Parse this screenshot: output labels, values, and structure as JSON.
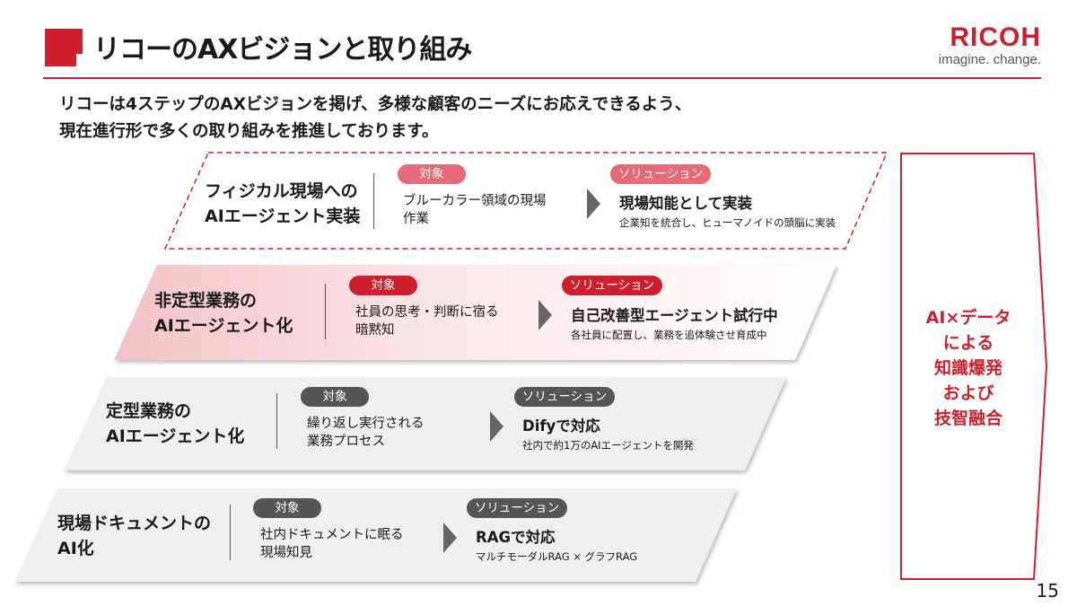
{
  "header": {
    "title": "リコーのAXビジョンと取り組み",
    "logo_word": "RICOH",
    "logo_tagline": "imagine. change."
  },
  "lead": {
    "line1": "リコーは4ステップのAXビジョンを掲げ、多様な顧客のニーズにお応えできるよう、",
    "line2": "現在進行形で多くの取り組みを推進しております。"
  },
  "bands": [
    {
      "title_line1": "フィジカル現場への",
      "title_line2": "AIエージェント実装",
      "target_label": "対象",
      "target_line1": "ブルーカラー領域の現場",
      "target_line2": "作業",
      "solution_label": "ソリューション",
      "solution_title": "現場知能として実装",
      "solution_desc": "企業知を統合し、ヒューマノイドの頭脳に実装"
    },
    {
      "title_line1": "非定型業務の",
      "title_line2": "AIエージェント化",
      "target_label": "対象",
      "target_line1": "社員の思考・判断に宿る",
      "target_line2": "暗黙知",
      "solution_label": "ソリューション",
      "solution_title": "自己改善型エージェント試行中",
      "solution_desc": "各社員に配置し、業務を追体験させ育成中"
    },
    {
      "title_line1": "定型業務の",
      "title_line2": "AIエージェント化",
      "target_label": "対象",
      "target_line1": "繰り返し実行される",
      "target_line2": "業務プロセス",
      "solution_label": "ソリューション",
      "solution_title": "Difyで対応",
      "solution_desc": "社内で約1万のAIエージェントを開発"
    },
    {
      "title_line1": "現場ドキュメントの",
      "title_line2": "AI化",
      "target_label": "対象",
      "target_line1": "社内ドキュメントに眠る",
      "target_line2": "現場知見",
      "solution_label": "ソリューション",
      "solution_title": "RAGで対応",
      "solution_desc": "マルチモーダルRAG × グラフRAG"
    }
  ],
  "side": {
    "line1": "AI×データ",
    "line2": "による",
    "line3": "知識爆発",
    "line4": "および",
    "line5": "技智融合"
  },
  "page_number": "15",
  "colors": {
    "brand_red": "#cf1f2e",
    "pink_pill": "#e8697a",
    "dark_pill": "#555555",
    "band_gray": "#efefef",
    "band_pink": "#f6d5da"
  }
}
